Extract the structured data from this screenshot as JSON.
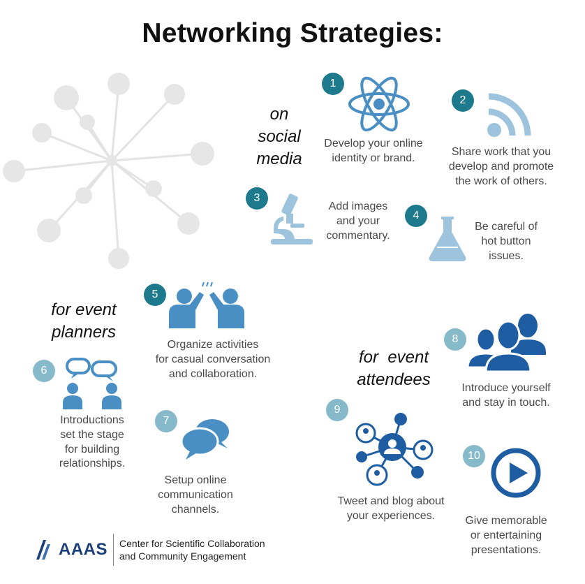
{
  "title": "Networking Strategies:",
  "sections": {
    "social": [
      "on",
      "social",
      "media"
    ],
    "planners": [
      "for event",
      "planners"
    ],
    "attendees": [
      "for  event",
      "attendees"
    ]
  },
  "items": [
    {
      "num": "1",
      "text": [
        "Develop your online",
        "identity or brand."
      ],
      "icon": "atom-icon"
    },
    {
      "num": "2",
      "text": [
        "Share work that you",
        "develop and promote",
        "the work of others."
      ],
      "icon": "rss-icon"
    },
    {
      "num": "3",
      "text": [
        "Add images",
        "and your",
        "commentary."
      ],
      "icon": "microscope-icon"
    },
    {
      "num": "4",
      "text": [
        "Be careful of",
        "hot button",
        "issues."
      ],
      "icon": "flask-icon"
    },
    {
      "num": "5",
      "text": [
        "Organize activities",
        "for casual conversation",
        "and collaboration."
      ],
      "icon": "high-five-icon"
    },
    {
      "num": "6",
      "text": [
        "Introductions",
        "set the stage",
        "for building",
        "relationships."
      ],
      "icon": "conversation-icon"
    },
    {
      "num": "7",
      "text": [
        "Setup online",
        "communication",
        "channels."
      ],
      "icon": "chat-bubbles-icon"
    },
    {
      "num": "8",
      "text": [
        "Introduce yourself",
        "and stay in touch."
      ],
      "icon": "group-icon"
    },
    {
      "num": "9",
      "text": [
        "Tweet and blog about",
        "your experiences."
      ],
      "icon": "network-icon"
    },
    {
      "num": "10",
      "text": [
        "Give memorable",
        "or entertaining",
        "presentations."
      ],
      "icon": "play-icon"
    }
  ],
  "logo": {
    "mark": "AAAS",
    "line1": "Center for Scientific Collaboration",
    "line2": "and Community Engagement"
  },
  "colors": {
    "badge_dark": "#1d7a8c",
    "badge_light": "#86b9c9",
    "icon_light": "#9ec3dc",
    "icon_mid": "#4a8fc4",
    "icon_dark": "#1f5da3"
  }
}
